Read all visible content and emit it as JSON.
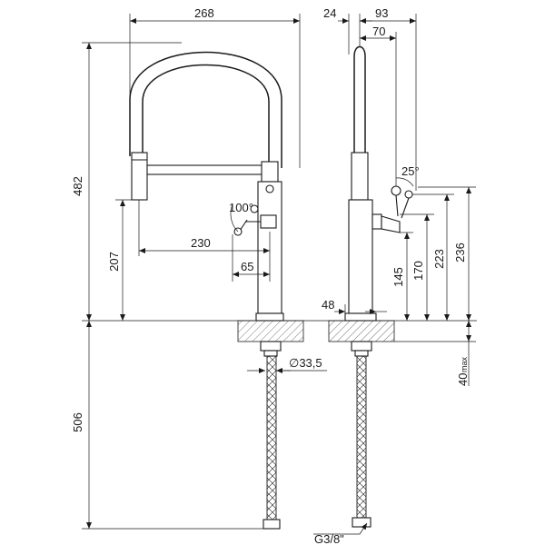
{
  "dimensions": {
    "overall_width": "268",
    "overall_height": "482",
    "spout_reach": "230",
    "spout_height": "207",
    "handle_angle_front": "100°",
    "handle_offset": "65",
    "hose_diameter": "∅33,5",
    "below_counter": "506",
    "side_offset_top": "24",
    "side_reach_93": "93",
    "side_reach_70": "70",
    "handle_angle_side": "25°",
    "base_diameter": "48",
    "h145": "145",
    "h170": "170",
    "h223": "223",
    "h236": "236",
    "counter_thickness": "40",
    "counter_thickness_suffix": "max",
    "thread_size": "G3/8\""
  }
}
